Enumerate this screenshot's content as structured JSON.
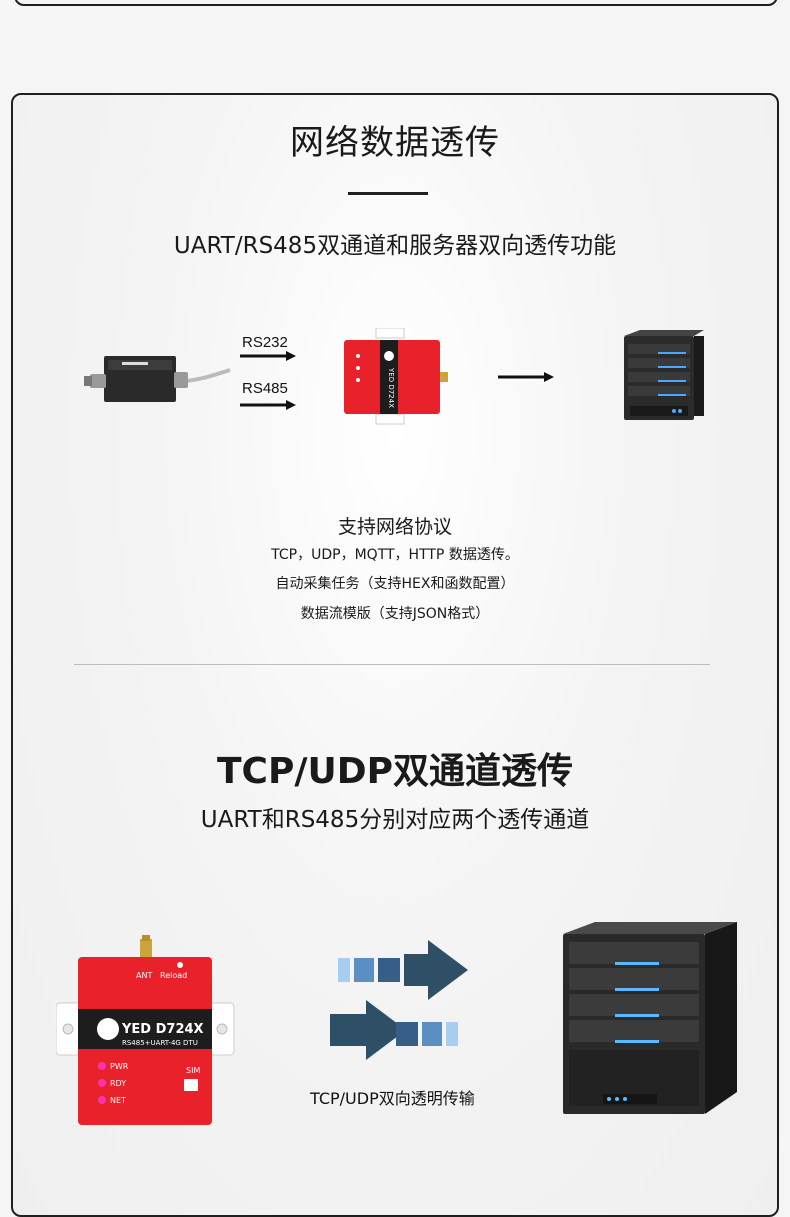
{
  "section1": {
    "title": "网络数据透传",
    "subtitle": "UART/RS485双通道和服务器双向透传功能",
    "ports": [
      "RS232",
      "RS485"
    ],
    "features_title": "支持网络协议",
    "features": [
      "TCP，UDP，MQTT，HTTP 数据透传。",
      "自动采集任务（支持HEX和函数配置）",
      "数据流模版（支持JSON格式）"
    ]
  },
  "section2": {
    "title": "TCP/UDP双通道透传",
    "subtitle": "UART和RS485分别对应两个透传通道",
    "caption": "TCP/UDP双向透明传输"
  },
  "device": {
    "brand": "YED D724X",
    "model": "RS485+UART-4G DTU",
    "ant": "ANT",
    "reload": "Reload",
    "sim": "SIM",
    "leds": [
      "PWR",
      "RDY",
      "NET"
    ]
  },
  "colors": {
    "device_red": "#e8212b",
    "arrow_dark": "#2e4f66",
    "arrow_light": "#9cc3e6"
  }
}
